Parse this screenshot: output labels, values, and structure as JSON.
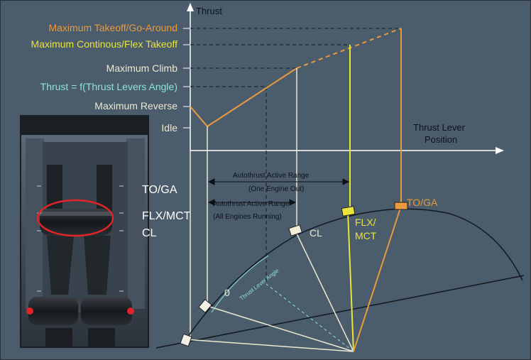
{
  "axes": {
    "y_label": "Thrust",
    "x_label_line1": "Thrust Lever",
    "x_label_line2": "Position"
  },
  "thrust_levels": {
    "max_takeoff_go_around": "Maximum Takeoff/Go-Around",
    "max_continuous_flex": "Maximum Continous/Flex Takeoff",
    "max_climb": "Maximum Climb",
    "thrust_function": "Thrust = f(Thrust Levers Angle)",
    "max_reverse": "Maximum Reverse",
    "idle": "Idle"
  },
  "ranges": {
    "one_engine_out_line1": "Autothrust Active Range",
    "one_engine_out_line2": "(One Engine Out)",
    "all_engines_line1": "Autothrust Active Range",
    "all_engines_line2": "(All Engines Running)"
  },
  "detents": {
    "toga": "TO/GA",
    "flx_mct_line1": "FLX/",
    "flx_mct_line2": "MCT",
    "cl": "CL",
    "zero": "0",
    "lever_angle": "Thrust Lever Angle"
  },
  "panel_labels": {
    "toga": "TO/GA",
    "flx_mct": "FLX/MCT",
    "cl": "CL"
  },
  "colors": {
    "background": "#4b5c6c",
    "orange": "#e89a3c",
    "yellow": "#e8e43a",
    "cyan": "#8fe4d6",
    "light": "#ece9d0",
    "highlight_circle": "#e0242a"
  }
}
